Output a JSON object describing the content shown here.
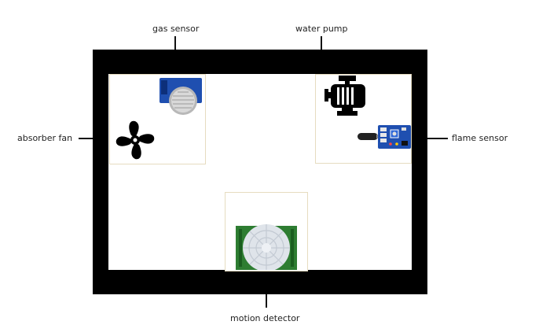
{
  "labels": {
    "gas_sensor": "gas sensor",
    "water_pump": "water pump",
    "absorber_fan": "absorber fan",
    "flame_sensor": "flame sensor",
    "motion_detector": "motion detector"
  },
  "colors": {
    "wall": "#000000",
    "box_border": "#e6dcc0",
    "pcb_blue": "#1f4fb0",
    "pcb_green": "#2e7d32"
  },
  "icons": [
    "fan-icon",
    "motor-icon",
    "gas-sensor-module",
    "flame-sensor-module",
    "pir-motion-sensor"
  ]
}
